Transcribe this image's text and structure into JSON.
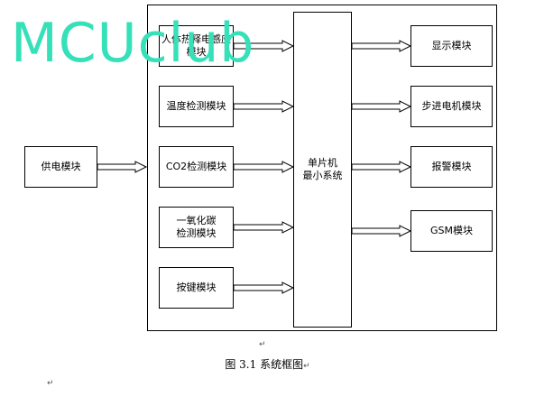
{
  "watermark": "MCUclub",
  "supply": "供电模块",
  "inputs": [
    "人体热释电感应\n模块",
    "温度检测模块",
    "CO2检测模块",
    "一氧化碳\n检测模块",
    "按键模块"
  ],
  "mcu": "单片机\n最小系统",
  "outputs": [
    "显示模块",
    "步进电机模块",
    "报警模块",
    "GSM模块"
  ],
  "caption": "图 3.1 系统框图",
  "para_marks": [
    "↵",
    "↵",
    "↵"
  ]
}
